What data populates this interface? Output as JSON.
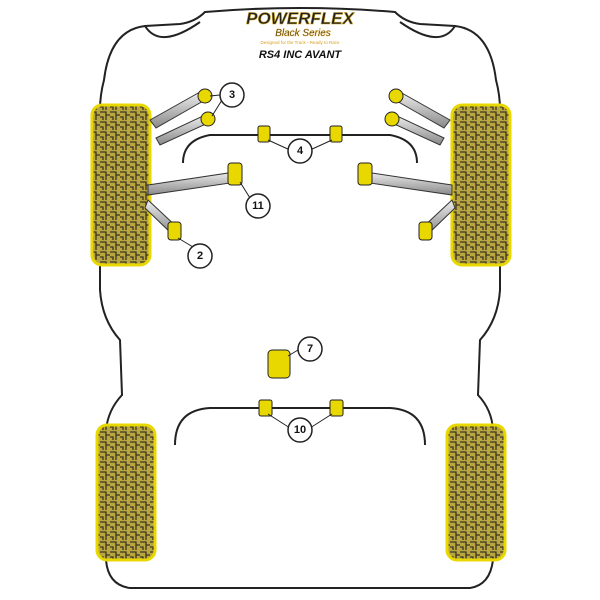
{
  "logo": {
    "brand": "POWERFLEX",
    "series": "Black Series",
    "tagline": "Designed for the Track - Ready to Race"
  },
  "title": "RS4 INC AVANT",
  "callouts": [
    {
      "id": "3",
      "label": "3"
    },
    {
      "id": "4",
      "label": "4"
    },
    {
      "id": "11",
      "label": "11"
    },
    {
      "id": "2",
      "label": "2"
    },
    {
      "id": "7",
      "label": "7"
    },
    {
      "id": "10",
      "label": "10"
    }
  ],
  "colors": {
    "tyre": "#c9b64a",
    "tyre_outline": "#e8d800",
    "bush": "#e8d800",
    "outline": "#222222"
  }
}
